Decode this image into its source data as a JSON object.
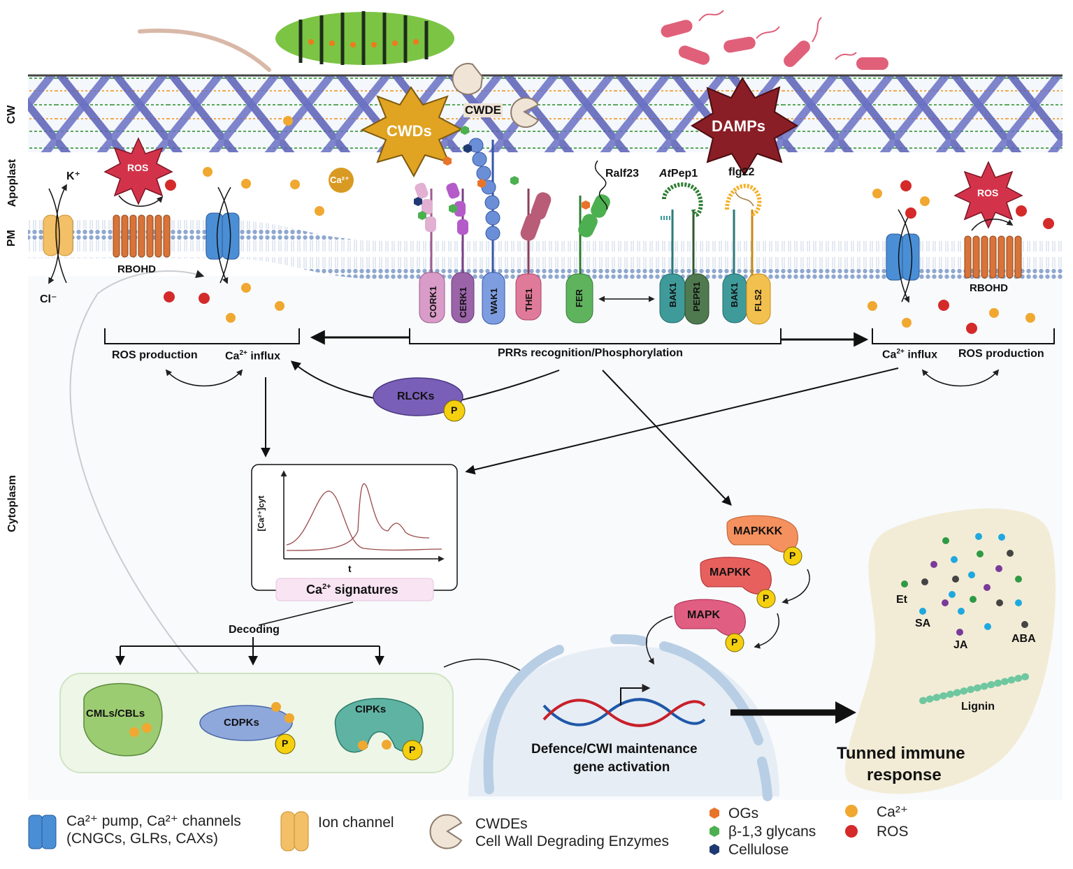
{
  "layers": {
    "cw": "CW",
    "apoplast": "Apoplast",
    "pm": "PM",
    "cytoplasm": "Cytoplasm"
  },
  "signals": {
    "cwds": "CWDs",
    "damps": "DAMPs",
    "cwde": "CWDE",
    "ros": "ROS",
    "ca": "Ca²⁺"
  },
  "ions": {
    "k": "K⁺",
    "cl": "Cl⁻"
  },
  "receptors": {
    "rbohd": "RBOHD",
    "cork1": "CORK1",
    "cerk1": "CERK1",
    "wak1": "WAK1",
    "the1": "THE1",
    "fer": "FER",
    "bak1": "BAK1",
    "pepr1": "PEPR1",
    "fls2": "FLS2",
    "ralf23": "Ralf23",
    "atpep1_prefix": "At",
    "atpep1_suffix": "Pep1",
    "flg22": "flg22"
  },
  "process": {
    "ros_production": "ROS production",
    "ca_influx_prefix": "Ca",
    "ca_influx_sup": "2+",
    "ca_influx_suffix": "influx",
    "prrs": "PRRs recognition/Phosphorylation",
    "rlcks": "RLCKs",
    "p": "P",
    "decoding": "Decoding",
    "ca_signatures_prefix": "Ca",
    "ca_signatures_sup": "2+",
    "ca_signatures_suffix": " signatures",
    "graph_ylabel": "[Ca²⁺]cyt",
    "graph_xlabel": "t"
  },
  "kinases": {
    "mapkkk": "MAPKKK",
    "mapkk": "MAPKK",
    "mapk": "MAPK"
  },
  "sensors": {
    "cmls": "CMLs/CBLs",
    "cdpks": "CDPKs",
    "cipks": "CIPKs"
  },
  "nucleus": {
    "line1": "Defence/CWI maintenance",
    "line2": "gene activation"
  },
  "hormones": {
    "et": "Et",
    "sa": "SA",
    "ja": "JA",
    "aba": "ABA",
    "lignin": "Lignin"
  },
  "output": {
    "line1": "Tunned immune",
    "line2": "response"
  },
  "legend": {
    "pump_line1": "Ca²⁺ pump, Ca²⁺ channels",
    "pump_line2": "(CNGCs, GLRs, CAXs)",
    "ion_channel": "Ion channel",
    "cwdes_line1": "CWDEs",
    "cwdes_line2": "Cell Wall Degrading Enzymes",
    "ogs": "OGs",
    "glycans": "β-1,3 glycans",
    "cellulose": "Cellulose",
    "ca": "Ca²⁺",
    "ros": "ROS"
  },
  "colors": {
    "membrane": "#9fb6d8",
    "rbohd": "#d8733a",
    "channel": "#4a8fd6",
    "ion_channel": "#f3c068",
    "ros_star": "#d3334a",
    "damps_star": "#8a1e26",
    "cwds_star": "#e0a322",
    "ca_dot": "#f0a830",
    "ros_dot": "#d42a2a",
    "ogs": "#e8742a",
    "glycans": "#4caf50",
    "cellulose": "#1f3a73",
    "mapkkk": "#f5915e",
    "mapkk": "#e8605e",
    "mapk": "#e05e82",
    "p_badge": "#f4d00f",
    "nucleus": "#dfe8f3",
    "hormone_bg": "#f2ecd6"
  }
}
